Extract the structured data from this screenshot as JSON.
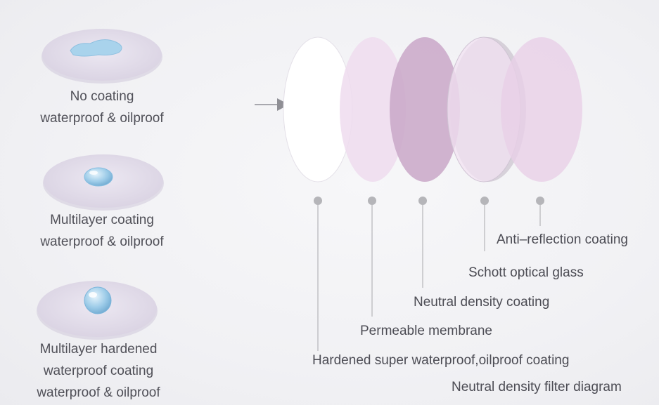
{
  "samples": [
    {
      "line1": "No coating",
      "line2": "waterproof & oilproof"
    },
    {
      "line1": "Multilayer coating",
      "line2": "waterproof & oilproof"
    },
    {
      "line1": "Multilayer hardened",
      "line2": "waterproof coating",
      "line3": "waterproof & oilproof"
    }
  ],
  "layers": [
    {
      "label": "Hardened super waterproof,oilproof coating",
      "color": "#ffffff"
    },
    {
      "label": "Permeable membrane",
      "color": "#efdcef"
    },
    {
      "label": "Neutral density coating",
      "color": "#c9a7c8"
    },
    {
      "label": "Schott optical glass",
      "color": "#f1e2f2"
    },
    {
      "label": "Anti–reflection coating",
      "color": "#e8cfe7"
    }
  ],
  "diagram_caption": "Neutral density filter diagram",
  "colors": {
    "accent_purple": "#c9a7c8",
    "drop_blue": "#9ccbe8",
    "connector_gray": "#b5b5b9"
  }
}
